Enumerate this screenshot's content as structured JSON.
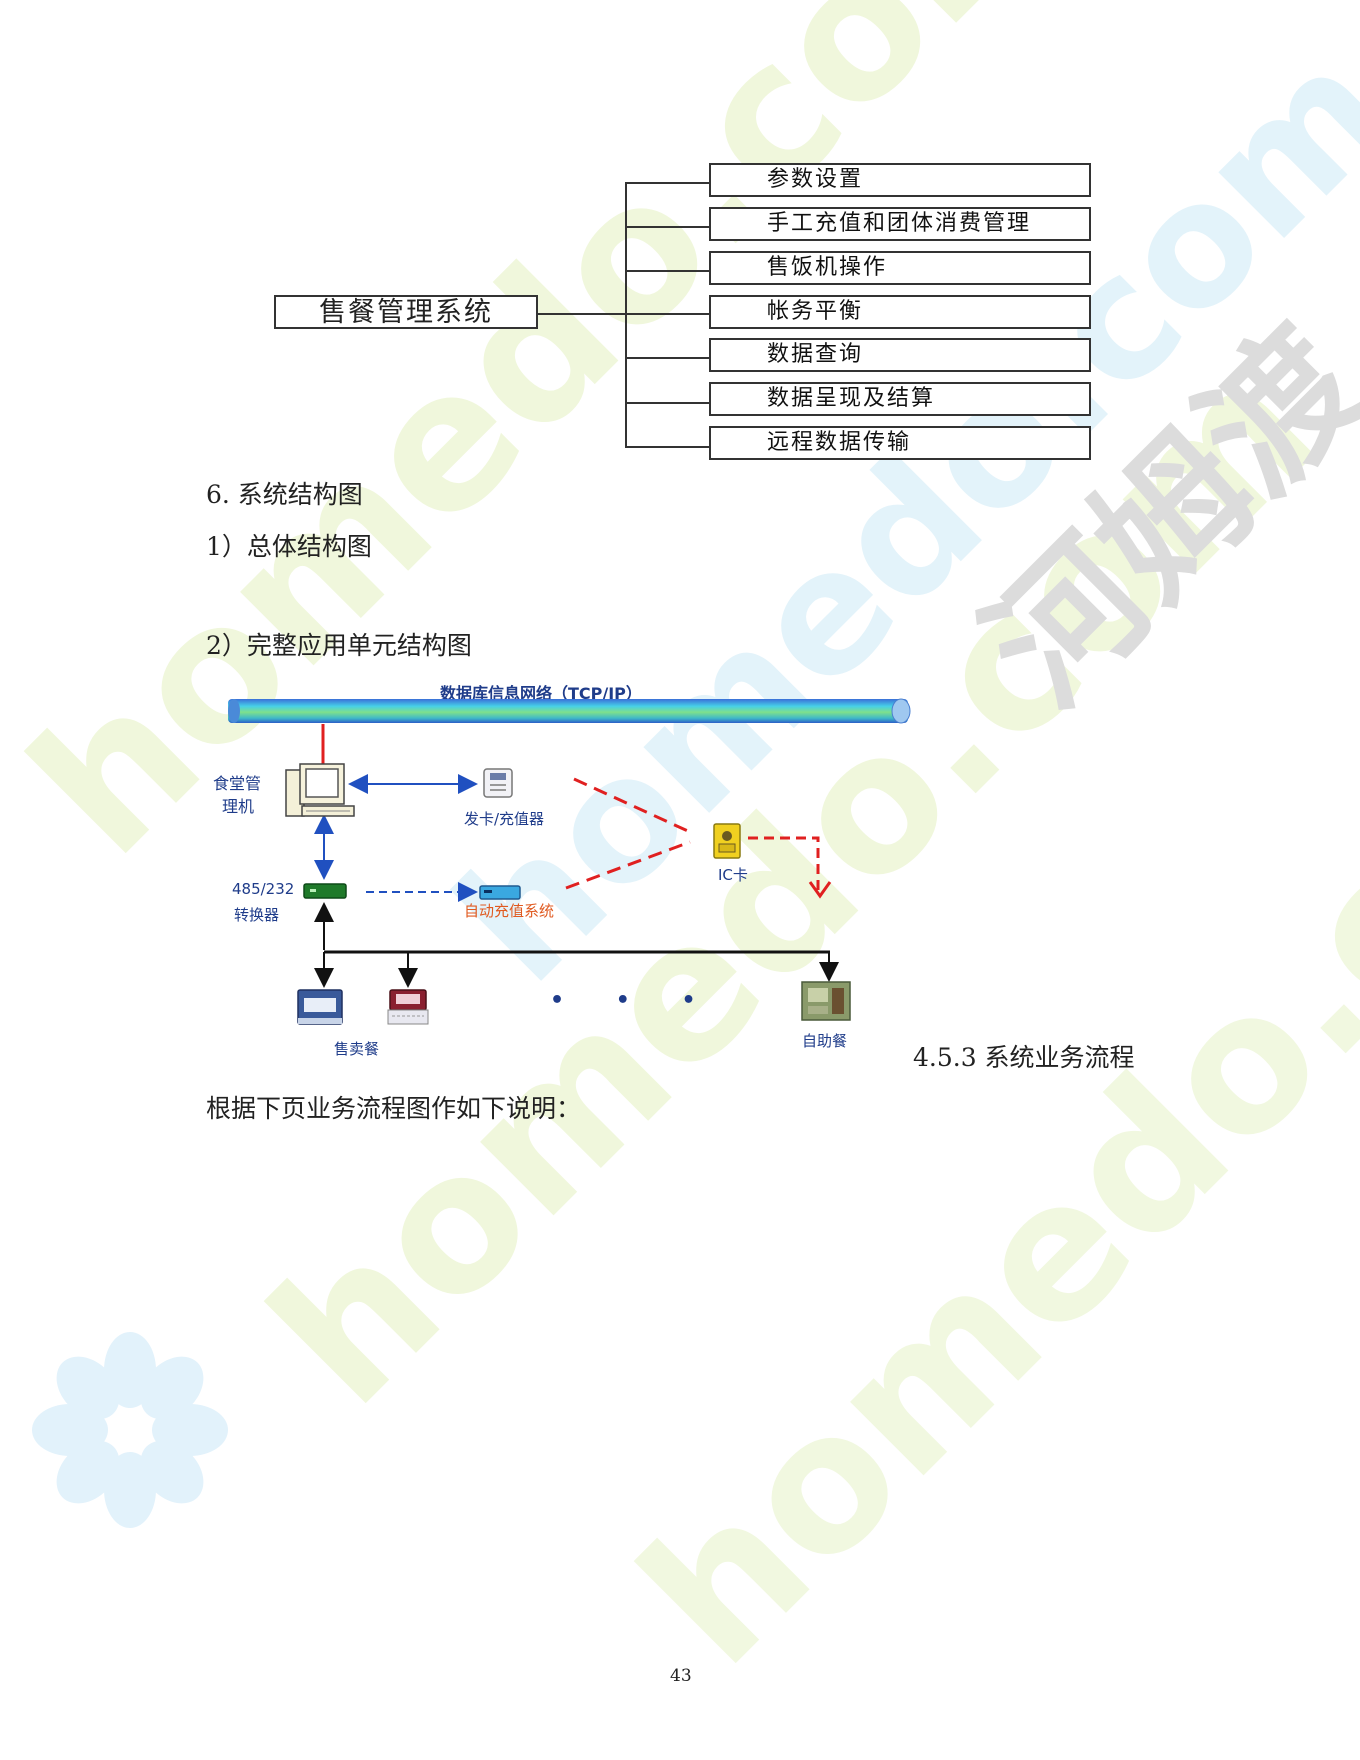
{
  "tree": {
    "root": "售餐管理系统",
    "items": [
      "参数设置",
      "手工充值和团体消费管理",
      "售饭机操作",
      "帐务平衡",
      "数据查询",
      "数据呈现及结算",
      "远程数据传输"
    ]
  },
  "headings": {
    "section": "6. 系统结构图",
    "sub1": "1）总体结构图",
    "sub2": "2）完整应用单元结构图",
    "flow": "4.5.3 系统业务流程",
    "body": "根据下页业务流程图作如下说明："
  },
  "diagram": {
    "network_label": "数据库信息网络（TCP/IP）",
    "mgmt_pc": [
      "食堂管",
      "理机"
    ],
    "card_issuer": "发卡/充值器",
    "ic_card": "IC卡",
    "converter": [
      "485/232",
      "转换器"
    ],
    "auto_recharge": "自动充值系统",
    "sale_meal": "售卖餐",
    "self_service": "自助餐",
    "ellipsis": "• • •"
  },
  "watermarks": {
    "site": "homedo.com",
    "brand": "河姆渡"
  },
  "footer": {
    "page_number": "43"
  },
  "colors": {
    "network_red": "#e02020",
    "link_blue": "#2050c0",
    "label_blue": "#1f3c8a",
    "label_orange": "#e05a20",
    "watermark_green": "#eef6d8",
    "watermark_blue": "#e0f2fa",
    "watermark_gray": "#d8d8d8"
  }
}
